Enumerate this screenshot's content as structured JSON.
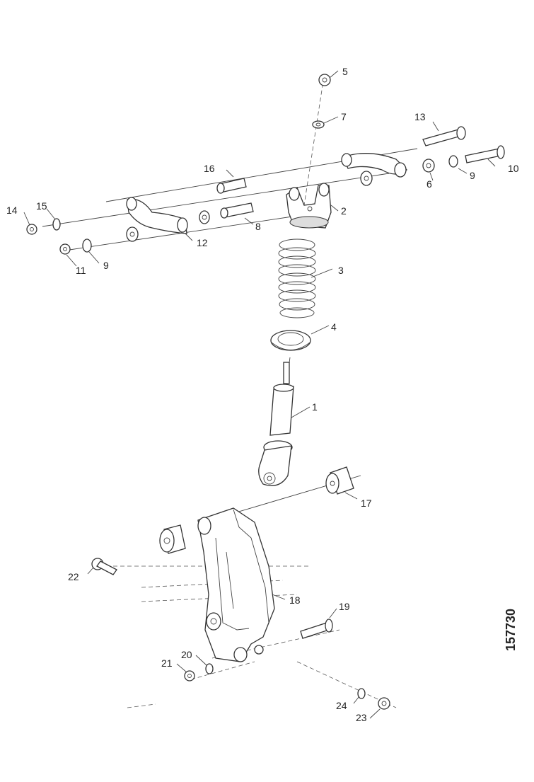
{
  "figure_code": "157730",
  "callouts": {
    "c1": "1",
    "c2": "2",
    "c3": "3",
    "c4": "4",
    "c5": "5",
    "c6": "6",
    "c7": "7",
    "c8": "8",
    "c9a": "9",
    "c9b": "9",
    "c10": "10",
    "c11": "11",
    "c12": "12",
    "c13": "13",
    "c14": "14",
    "c15": "15",
    "c16": "16",
    "c17": "17",
    "c18": "18",
    "c19": "19",
    "c20": "20",
    "c21": "21",
    "c22": "22",
    "c23": "23",
    "c24": "24"
  }
}
